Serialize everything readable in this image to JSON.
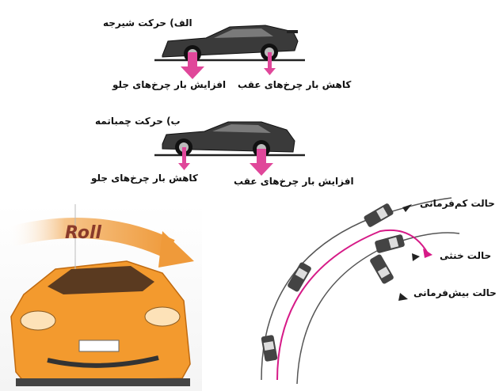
{
  "panel_a": {
    "title": "الف) حرکت شیرجه",
    "front_label": "افزایش بار چرخ‌های جلو",
    "rear_label": "کاهش بار چرخ‌های عقب"
  },
  "panel_b": {
    "title": "ب) حرکت چمباتمه",
    "front_label": "کاهش بار چرخ‌های جلو",
    "rear_label": "افزایش بار چرخ‌های عقب"
  },
  "roll_panel": {
    "label": "Roll"
  },
  "steering_panel": {
    "understeer": "حالت کم‌فرمانی",
    "neutral": "حالت خنثی",
    "oversteer": "حالت بیش‌فرمانی"
  },
  "colors": {
    "arrow": "#e0479a",
    "car_body": "#f39a2e",
    "roll_arrow": "#f2b36b",
    "path": "#d61a87"
  }
}
